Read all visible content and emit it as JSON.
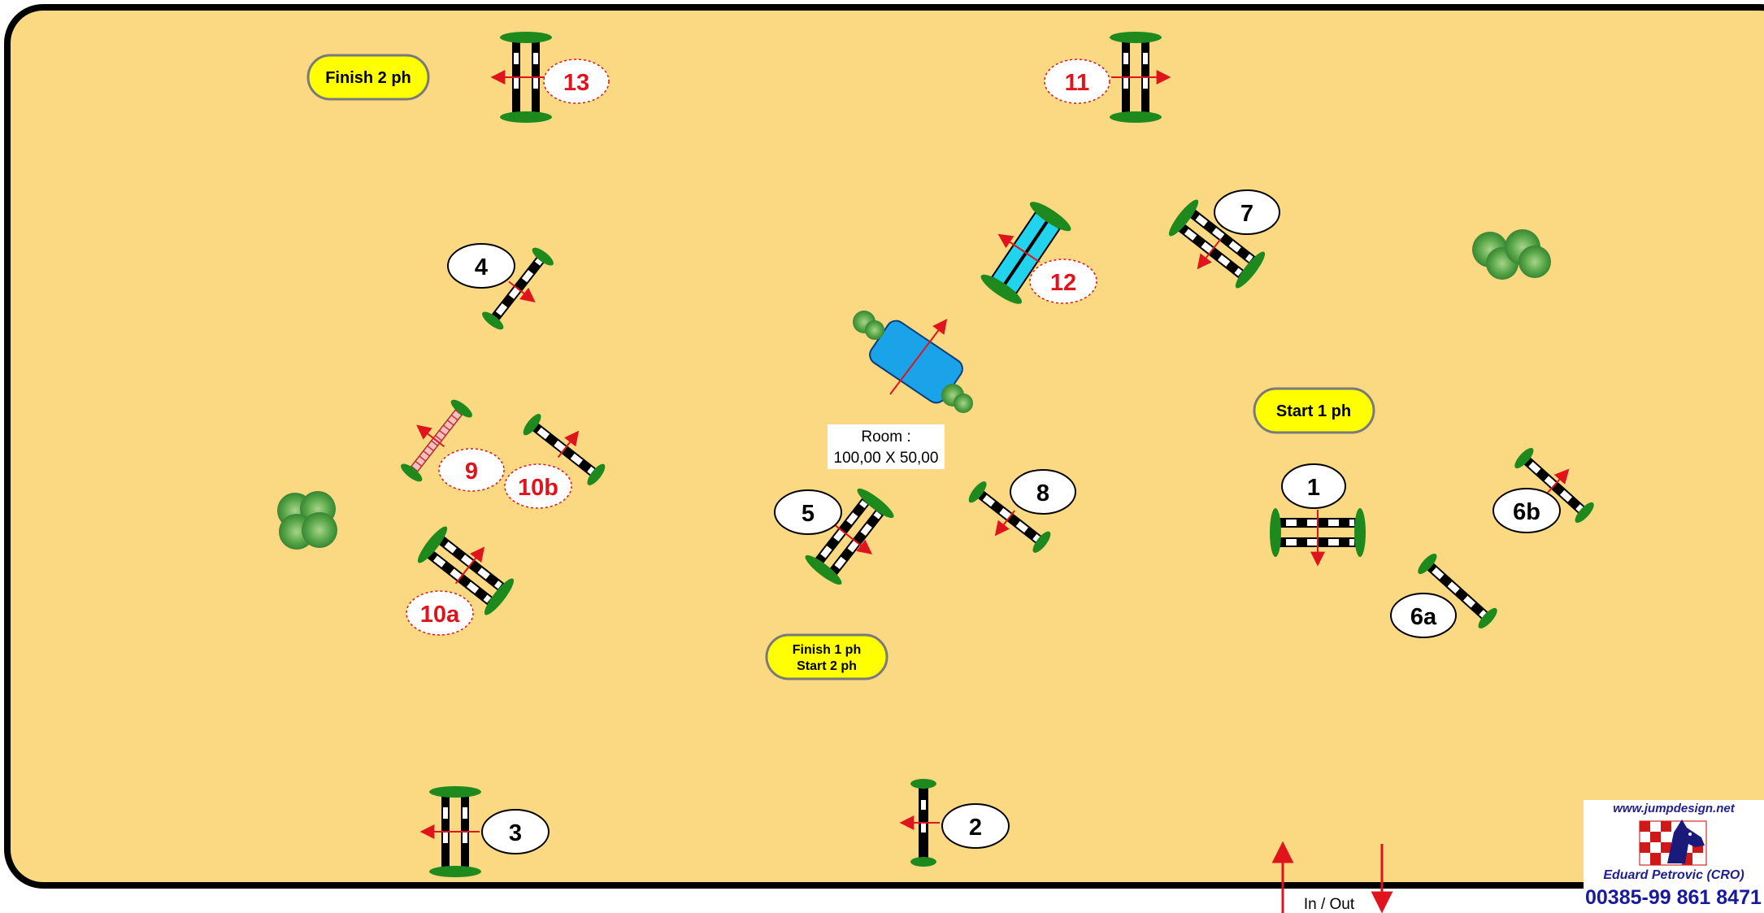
{
  "arena": {
    "size_label": "Room :\n100,00 X 50,00",
    "size_label_lines": [
      "Room :",
      "100,00 X 50,00"
    ]
  },
  "labels": {
    "start_1": "Start 1 ph",
    "finish_1_start_2": [
      "Finish 1 ph",
      "Start 2 ph"
    ],
    "finish_2": "Finish 2 ph",
    "in_out": "In / Out"
  },
  "obstacles": [
    {
      "number": "1",
      "phase": 1
    },
    {
      "number": "2",
      "phase": 1
    },
    {
      "number": "3",
      "phase": 1
    },
    {
      "number": "4",
      "phase": 1
    },
    {
      "number": "5",
      "phase": 1
    },
    {
      "number": "6a",
      "phase": 1
    },
    {
      "number": "6b",
      "phase": 1
    },
    {
      "number": "7",
      "phase": 1
    },
    {
      "number": "8",
      "phase": 1
    },
    {
      "number": "9",
      "phase": 2
    },
    {
      "number": "10a",
      "phase": 2
    },
    {
      "number": "10b",
      "phase": 2
    },
    {
      "number": "11",
      "phase": 2
    },
    {
      "number": "12",
      "phase": 2
    },
    {
      "number": "13",
      "phase": 2
    }
  ],
  "logo": {
    "url": "www.jumpdesign.net",
    "author": "Eduard Petrovic (CRO)",
    "phone": "00385-99 861 8471"
  },
  "colors": {
    "ground": "#FBD982",
    "border": "#000000",
    "phase1_label": "#000000",
    "phase2_label": "#E0141C",
    "arrow": "#E0141C",
    "start_finish_fill": "#FFFF00",
    "pole_stand": "#1E8A1E",
    "water": "#1AA3E8",
    "oxer_fill": "#22D3EE"
  }
}
